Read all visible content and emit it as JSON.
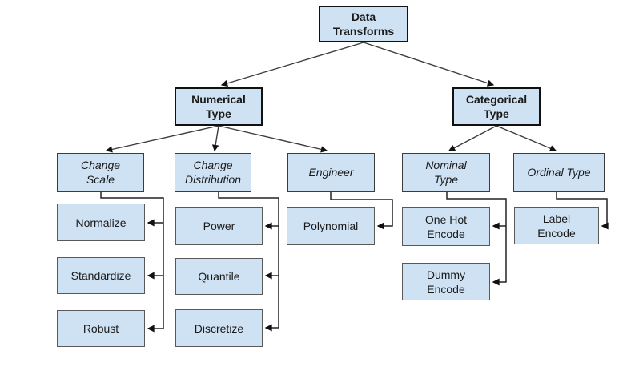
{
  "diagram": {
    "type": "tree",
    "background": "#ffffff",
    "colors": {
      "node_fill": "#cfe2f3",
      "node_border_top": "#111111",
      "node_border": "#595959",
      "connector": "#222222",
      "text": "#1a1a1a"
    },
    "nodes": {
      "root": {
        "label": "Data\nTransforms"
      },
      "numerical": {
        "label": "Numerical\nType"
      },
      "categorical": {
        "label": "Categorical\nType"
      },
      "change_scale": {
        "label": "Change\nScale"
      },
      "change_distribution": {
        "label": "Change\nDistribution"
      },
      "engineer": {
        "label": "Engineer"
      },
      "nominal": {
        "label": "Nominal\nType"
      },
      "ordinal": {
        "label": "Ordinal Type"
      },
      "normalize": {
        "label": "Normalize"
      },
      "standardize": {
        "label": "Standardize"
      },
      "robust": {
        "label": "Robust"
      },
      "power": {
        "label": "Power"
      },
      "quantile": {
        "label": "Quantile"
      },
      "discretize": {
        "label": "Discretize"
      },
      "polynomial": {
        "label": "Polynomial"
      },
      "one_hot": {
        "label": "One Hot\nEncode"
      },
      "dummy": {
        "label": "Dummy\nEncode"
      },
      "label_encode": {
        "label": "Label\nEncode"
      }
    },
    "edges": [
      {
        "from": "root",
        "to": "numerical"
      },
      {
        "from": "root",
        "to": "categorical"
      },
      {
        "from": "numerical",
        "to": "change_scale"
      },
      {
        "from": "numerical",
        "to": "change_distribution"
      },
      {
        "from": "numerical",
        "to": "engineer"
      },
      {
        "from": "categorical",
        "to": "nominal"
      },
      {
        "from": "categorical",
        "to": "ordinal"
      },
      {
        "from": "change_scale",
        "to": "normalize"
      },
      {
        "from": "change_scale",
        "to": "standardize"
      },
      {
        "from": "change_scale",
        "to": "robust"
      },
      {
        "from": "change_distribution",
        "to": "power"
      },
      {
        "from": "change_distribution",
        "to": "quantile"
      },
      {
        "from": "change_distribution",
        "to": "discretize"
      },
      {
        "from": "engineer",
        "to": "polynomial"
      },
      {
        "from": "nominal",
        "to": "one_hot"
      },
      {
        "from": "nominal",
        "to": "dummy"
      },
      {
        "from": "ordinal",
        "to": "label_encode"
      }
    ]
  }
}
